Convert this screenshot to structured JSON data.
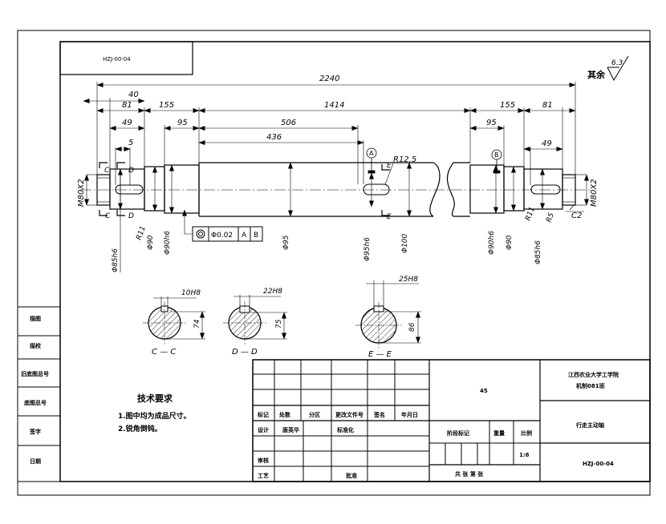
{
  "title_block": {
    "code_top": "HZJ-00-04",
    "drawing_no": "HZJ-00-04",
    "material": "45",
    "org_line1": "江西农业大学工学院",
    "org_line2": "机制081班",
    "part_name": "行走主动轴",
    "scale_label": "比例",
    "scale": "1:6",
    "weight_label": "重量",
    "stage_label": "阶段标记",
    "sheets": "共 张 第 张",
    "hdr_mark": "标记",
    "hdr_count": "处数",
    "hdr_zone": "分区",
    "hdr_doc": "更改文件号",
    "hdr_sign": "签名",
    "hdr_date": "年月日",
    "design_label": "设计",
    "designer": "唐英华",
    "std_label": "标准化",
    "review_label": "审核",
    "craft_label": "工艺",
    "approve_label": "批准"
  },
  "side_labels": [
    "描图",
    "描校",
    "旧底图总号",
    "底图总号",
    "签字",
    "日期"
  ],
  "roughness": {
    "note": "其余",
    "value": "6.3"
  },
  "tech_req": {
    "title": "技术要求",
    "items": [
      "1.图中均为成品尺寸。",
      "2.锐角倒钝。"
    ]
  },
  "dimensions": {
    "total": "2240",
    "d40": "40",
    "d81_l": "81",
    "d155_l": "155",
    "d1414": "1414",
    "d155_r": "155",
    "d81_r": "81",
    "d49_l": "49",
    "d95_l": "95",
    "d506": "506",
    "d95_r": "95",
    "d49_r": "49",
    "d5": "5",
    "d436": "436",
    "r125": "R12.5",
    "m_left": "M80X2",
    "m_right": "M80X2",
    "r11_l": "R11",
    "r11_r": "R11",
    "r5": "R5",
    "c2": "C2",
    "dia_85_l": "Φ85h6",
    "dia_90_l": "Φ90",
    "dia_90h6_l": "Φ90h6",
    "dia_95": "Φ95",
    "dia_95h6": "Φ95h6",
    "dia_100": "Φ100",
    "dia_90h6_r": "Φ90h6",
    "dia_90_r": "Φ90",
    "dia_85_r": "Φ85h6"
  },
  "section_marks": {
    "c": "C",
    "d": "D",
    "e": "E",
    "a": "A",
    "b": "B"
  },
  "tolerance": {
    "value": "Φ0.02",
    "datum1": "A",
    "datum2": "B"
  },
  "sections": [
    {
      "label": "C — C",
      "key": "10H8",
      "depth": "74"
    },
    {
      "label": "D — D",
      "key": "22H8",
      "depth": "75"
    },
    {
      "label": "E — E",
      "key": "25H8",
      "depth": "86"
    }
  ]
}
